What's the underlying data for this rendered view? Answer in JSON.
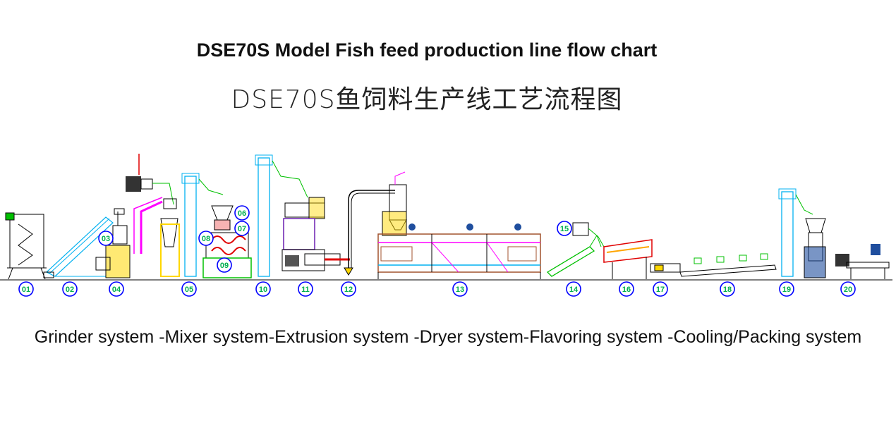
{
  "title_en": "DSE70S Model Fish feed production line flow chart",
  "title_cn": "DSE70S鱼饲料生产线工艺流程图",
  "systems_caption": "Grinder system -Mixer system-Extrusion system -Dryer system-Flavoring system -Cooling/Packing system",
  "colors": {
    "line": "#000000",
    "elevator": "#00b0f0",
    "pipe": "#ff00ff",
    "wire": "#00c000",
    "frame": "#ffd700",
    "label_circle": "#0000ff",
    "label_text": "#00b050",
    "dryer": "#a0522d"
  },
  "stations": [
    "01",
    "02",
    "03",
    "04",
    "05",
    "06",
    "07",
    "08",
    "09",
    "10",
    "11",
    "12",
    "13",
    "14",
    "15",
    "16",
    "17",
    "18",
    "19",
    "20"
  ]
}
